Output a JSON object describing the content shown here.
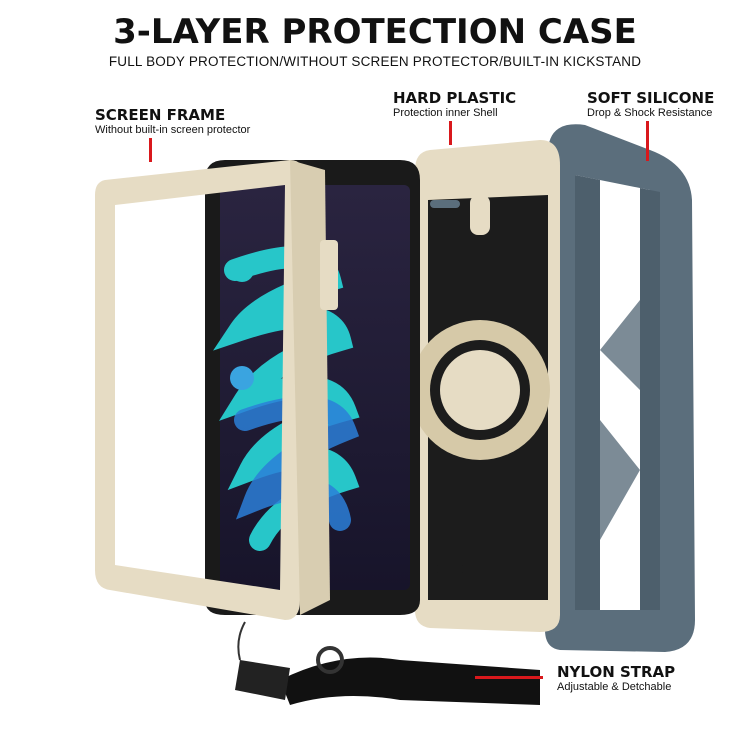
{
  "header": {
    "title": "3-LAYER PROTECTION CASE",
    "subtitle": "FULL BODY PROTECTION/WITHOUT SCREEN PROTECTOR/BUILT-IN KICKSTAND"
  },
  "labels": [
    {
      "heading": "SCREEN FRAME",
      "sub": "Without built-in screen protector"
    },
    {
      "heading": "HARD PLASTIC",
      "sub": "Protection inner Shell"
    },
    {
      "heading": "SOFT SILICONE",
      "sub": "Drop & Shock Resistance"
    },
    {
      "heading": "NYLON STRAP",
      "sub": "Adjustable & Detchable"
    }
  ],
  "colors": {
    "accent_line": "#d9181c",
    "beige": "#e6dcc4",
    "silicone": "#5b6e7c",
    "tablet": "#1a1a1a"
  }
}
